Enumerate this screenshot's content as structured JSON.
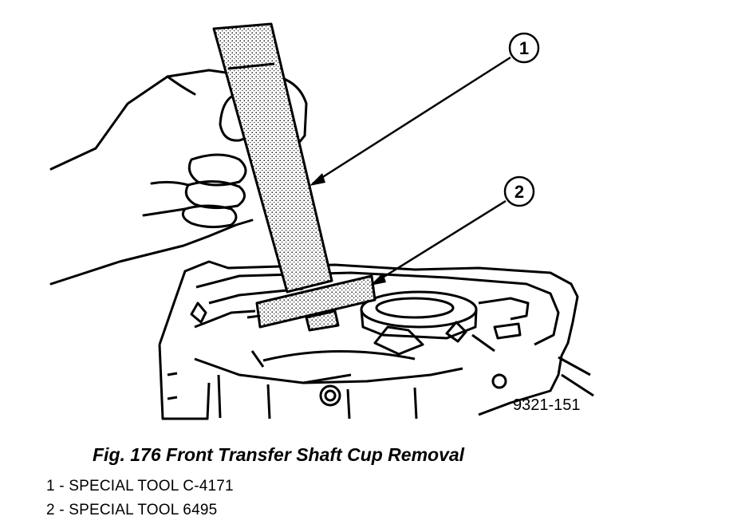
{
  "figure": {
    "callouts": [
      "1",
      "2"
    ],
    "drawing_id": "9321-151",
    "caption": "Fig. 176 Front Transfer Shaft Cup Removal",
    "legend": [
      "1 - SPECIAL TOOL C-4171",
      "2 - SPECIAL TOOL 6495"
    ]
  }
}
